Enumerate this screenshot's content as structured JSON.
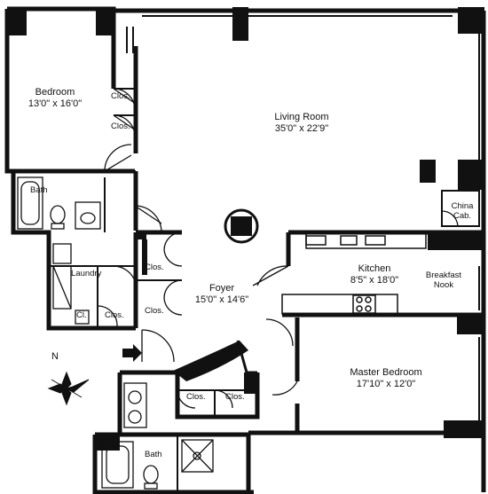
{
  "rooms": {
    "bedroom": {
      "name": "Bedroom",
      "dims": "13'0\" x 16'0\""
    },
    "living": {
      "name": "Living Room",
      "dims": "35'0\" x 22'9\""
    },
    "kitchen": {
      "name": "Kitchen",
      "dims": "8'5\" x 18'0\""
    },
    "breakfast": {
      "name": "Breakfast",
      "sub": "Nook"
    },
    "foyer": {
      "name": "Foyer",
      "dims": "15'0\" x 14'6\""
    },
    "master": {
      "name": "Master Bedroom",
      "dims": "17'10\" x 12'0\""
    },
    "bath1": {
      "name": "Bath"
    },
    "bath2": {
      "name": "Bath"
    },
    "laundry": {
      "name": "Laundry"
    },
    "china": {
      "name": "China",
      "sub": "Cab."
    }
  },
  "closets": {
    "bed_a": "Clos.",
    "bed_b": "Clos.",
    "foyer_a": "Clos.",
    "foyer_b": "Clos.",
    "laundry": "Clos.",
    "laundry_small": "Cl.",
    "master_a": "Clos.",
    "master_b": "Clos."
  },
  "compass": {
    "label": "N"
  },
  "colors": {
    "wall": "#111111",
    "fixture": "#333333",
    "background": "#ffffff"
  }
}
